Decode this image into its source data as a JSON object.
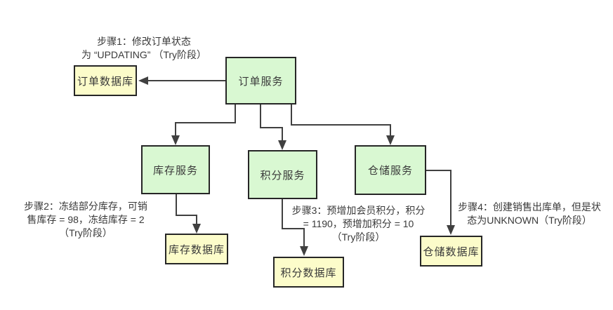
{
  "colors": {
    "background": "#ffffff",
    "service_fill": "#d9f8d2",
    "db_fill": "#fcfcca",
    "border": "#262626",
    "connector": "#404040",
    "text": "#3a3a3a"
  },
  "nodes": {
    "order_service": {
      "label": "订单服务",
      "type": "service"
    },
    "order_db": {
      "label": "订单数据库",
      "type": "database"
    },
    "inventory_service": {
      "label": "库存服务",
      "type": "service"
    },
    "points_service": {
      "label": "积分服务",
      "type": "service"
    },
    "warehouse_service": {
      "label": "仓储服务",
      "type": "service"
    },
    "inventory_db": {
      "label": "库存数据库",
      "type": "database"
    },
    "points_db": {
      "label": "积分数据库",
      "type": "database"
    },
    "warehouse_db": {
      "label": "仓储数据库",
      "type": "database"
    }
  },
  "annotations": {
    "step1": {
      "text": "步骤1：修改订单状态\n为 “UPDATING” （Try阶段）"
    },
    "step2": {
      "text": "步骤2：冻结部分库存，可销\n售库存 = 98，冻结库存 = 2\n（Try阶段）"
    },
    "step3": {
      "text": "步骤3：预增加会员积分，积分\n= 1190，预增加积分 = 10\n（Try阶段）"
    },
    "step4": {
      "text": "步骤4：创建销售出库单，但是状\n态为UNKNOWN（Try阶段）"
    }
  },
  "edges": [
    {
      "from": "order_service",
      "to": "order_db"
    },
    {
      "from": "order_service",
      "to": "inventory_service"
    },
    {
      "from": "order_service",
      "to": "points_service"
    },
    {
      "from": "order_service",
      "to": "warehouse_service"
    },
    {
      "from": "inventory_service",
      "to": "inventory_db"
    },
    {
      "from": "points_service",
      "to": "points_db"
    },
    {
      "from": "warehouse_service",
      "to": "warehouse_db"
    }
  ]
}
